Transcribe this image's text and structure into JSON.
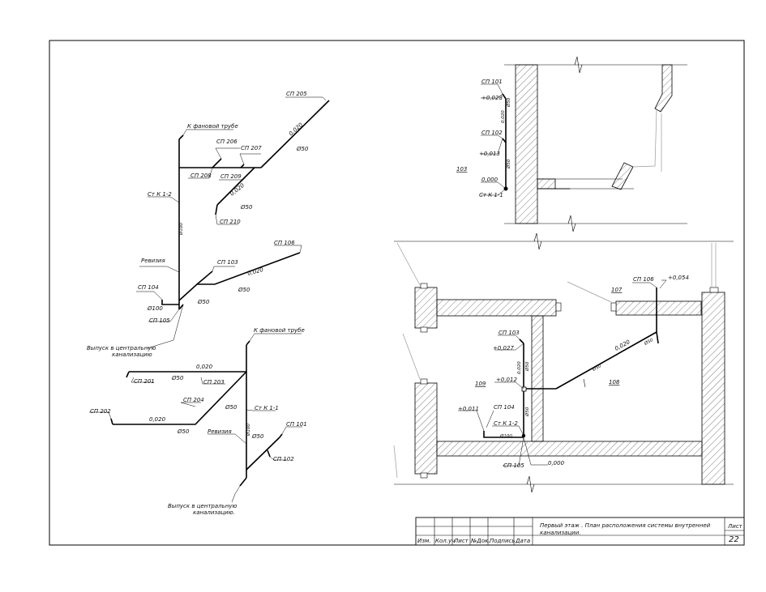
{
  "isometric_top": {
    "labels": {
      "k_fan_top": "К фановой трубе",
      "sp205": "СП 205",
      "slope_top": "0,020",
      "d50_top": "Ø50",
      "sp206": "СП 206",
      "sp207": "СП 207",
      "sp208": "СП 208",
      "sp209": "СП 209",
      "slope_mid": "0,020",
      "d50_mid": "Ø50",
      "sp210": "СП 210",
      "st_k12": "Ст К 1-2",
      "d100_riser": "Ø100",
      "revision": "Ревизия",
      "sp103": "СП 103",
      "sp106": "СП 106",
      "slope_106": "0,020",
      "d50_106": "Ø50",
      "sp104": "СП 104",
      "d100": "Ø100",
      "d50_104": "Ø50",
      "sp105": "СП 105",
      "outlet": "Выпуск в центральную",
      "outlet2": "канализацию"
    }
  },
  "isometric_bottom": {
    "labels": {
      "k_fan": "К фановой трубе",
      "slope_201": "0,020",
      "sp201": "СП 201",
      "d50_201": "Ø50",
      "sp203": "СП 203",
      "sp204": "СП 204",
      "d50_204": "Ø50",
      "st_k11": "Ст К 1-1",
      "sp202": "СП 202",
      "slope_202": "0,020",
      "d50_202": "Ø50",
      "revision": "Ревизия",
      "d100": "Ø100",
      "d50_101": "Ø50",
      "sp101": "СП 101",
      "sp102": "СП 102",
      "outlet": "Выпуск в центральную",
      "outlet2": "канализацию."
    }
  },
  "plan_top": {
    "labels": {
      "sp101": "СП 101",
      "elev1": "+0,028",
      "d50a": "Ø50",
      "slope": "0,020",
      "sp102": "СП 102",
      "elev2": "+0,013",
      "d50b": "Ø50",
      "room": "103",
      "zero": "0,000",
      "st": "Ст К 1-1"
    }
  },
  "plan_bottom": {
    "labels": {
      "sp106": "СП 106",
      "elev106": "+0,054",
      "room107": "107",
      "sp103": "СП 103",
      "elev103": "+0,027",
      "slope_v": "0,020",
      "d50_v": "Ø50",
      "slope_d": "0,020",
      "d50_d": "Ø50",
      "d50_s": "Ø50",
      "room109": "109",
      "elev012": "+0,012",
      "room108": "108",
      "elev011": "+0,011",
      "sp104": "СП 104",
      "st": "Ст К 1-2",
      "d100": "Ø100",
      "d50_104": "Ø50",
      "sp105": "СП 105",
      "zero": "0,000"
    }
  },
  "title_block": {
    "columns": [
      "Изм.",
      "Кол.уч",
      "Лист",
      "№Док.",
      "Подпись",
      "Дата"
    ],
    "title_line1": "Первый этаж . План расположения системы внутренней",
    "title_line2": "канализации.",
    "sheet_label": "Лист",
    "sheet_number": "22"
  }
}
